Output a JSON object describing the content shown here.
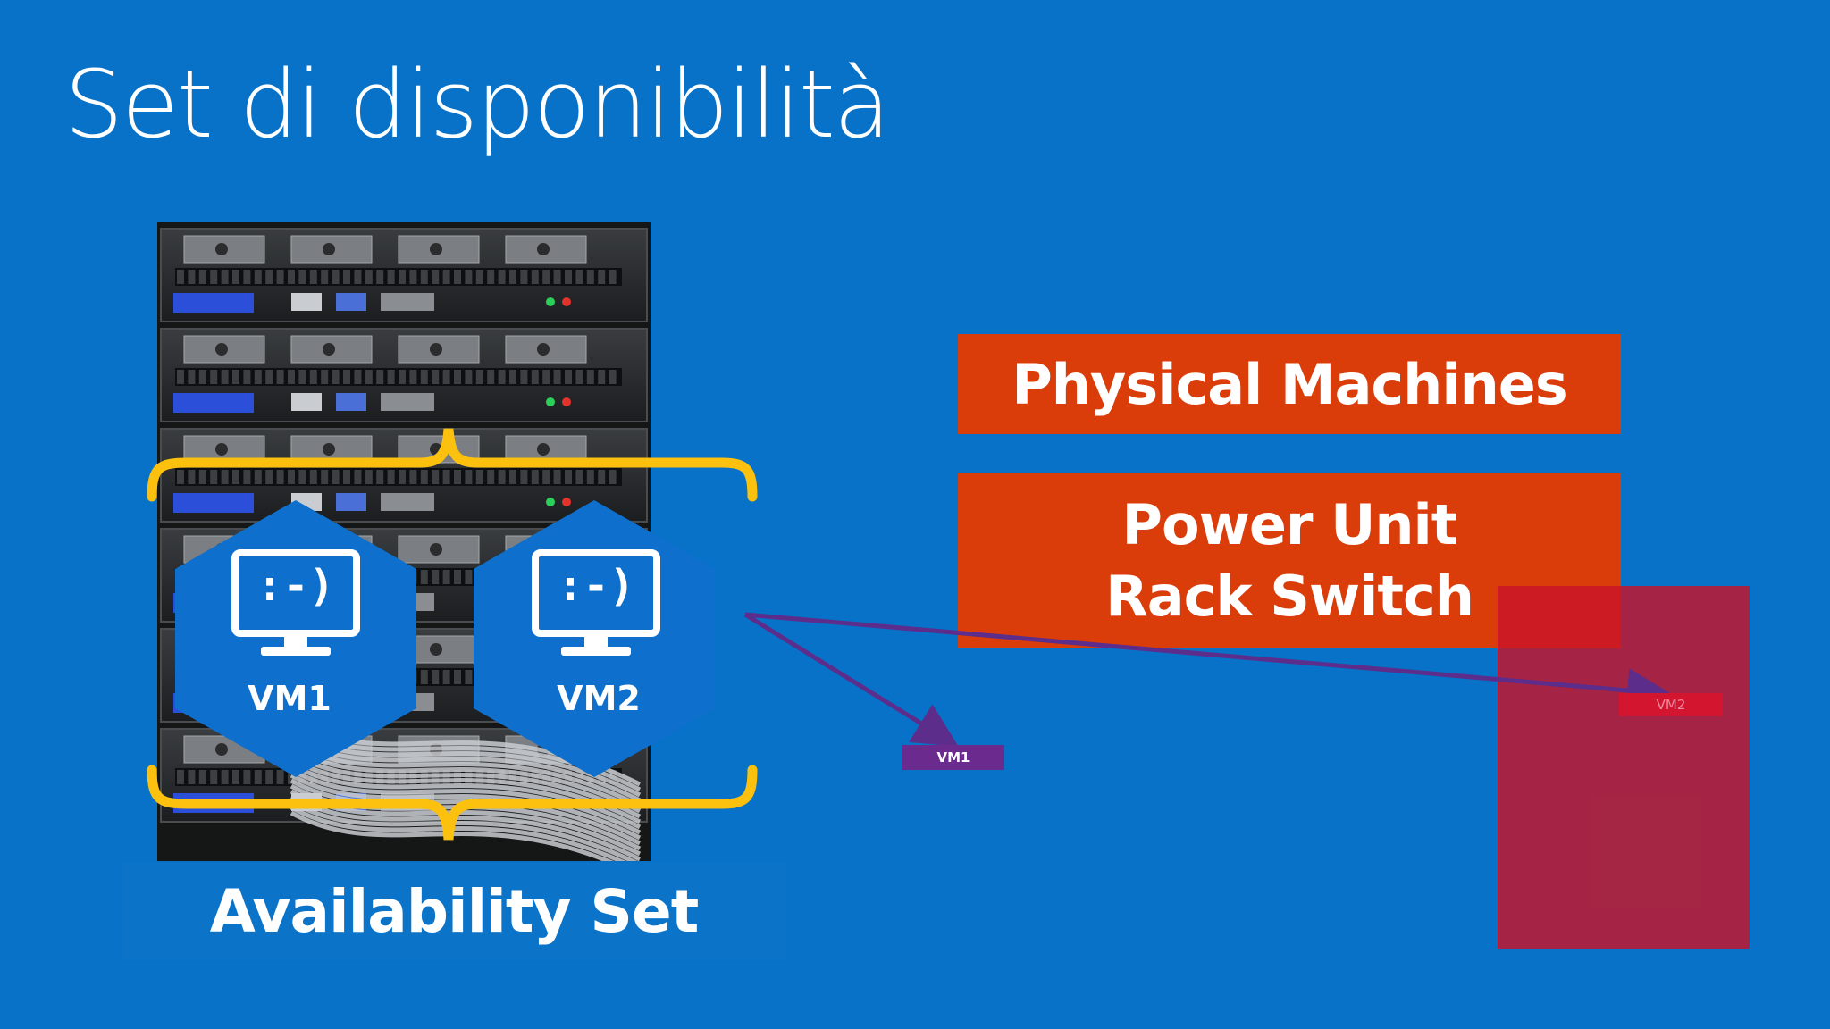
{
  "slide": {
    "title": "Set di disponibilità",
    "background_color": "#0772c8"
  },
  "diagram": {
    "rack_image": {
      "description_icon": "server-rack-photo"
    },
    "vms": [
      {
        "label": "VM1",
        "face": ":-)",
        "icon": "monitor-icon"
      },
      {
        "label": "VM2",
        "face": ":-)",
        "icon": "monitor-icon"
      }
    ],
    "bracket_color": "#fcc10e",
    "availability_set_label": "Availability Set",
    "physical_machines_label": "Physical Machines",
    "power_unit_lines": [
      "Power Unit",
      "Rack Switch"
    ],
    "box_color": "#db3d0a",
    "moved_tags": {
      "vm1": "VM1",
      "vm2": "VM2"
    },
    "arrow_color": "#5c2d8a"
  }
}
